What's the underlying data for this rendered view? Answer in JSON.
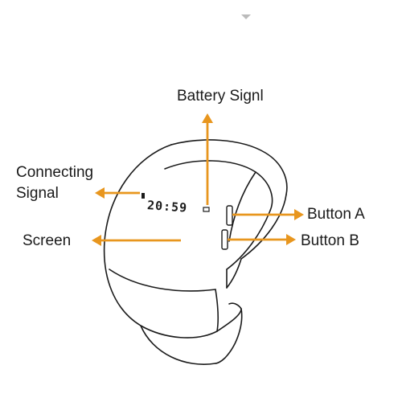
{
  "diagram": {
    "labels": {
      "battery": "Battery Signl",
      "connecting_line1": "Connecting",
      "connecting_line2": "Signal",
      "screen": "Screen",
      "button_a": "Button A",
      "button_b": "Button B"
    },
    "display_time": "20:59",
    "colors": {
      "arrow": "#E8961E",
      "outline": "#1a1a1a",
      "background": "#ffffff"
    }
  }
}
